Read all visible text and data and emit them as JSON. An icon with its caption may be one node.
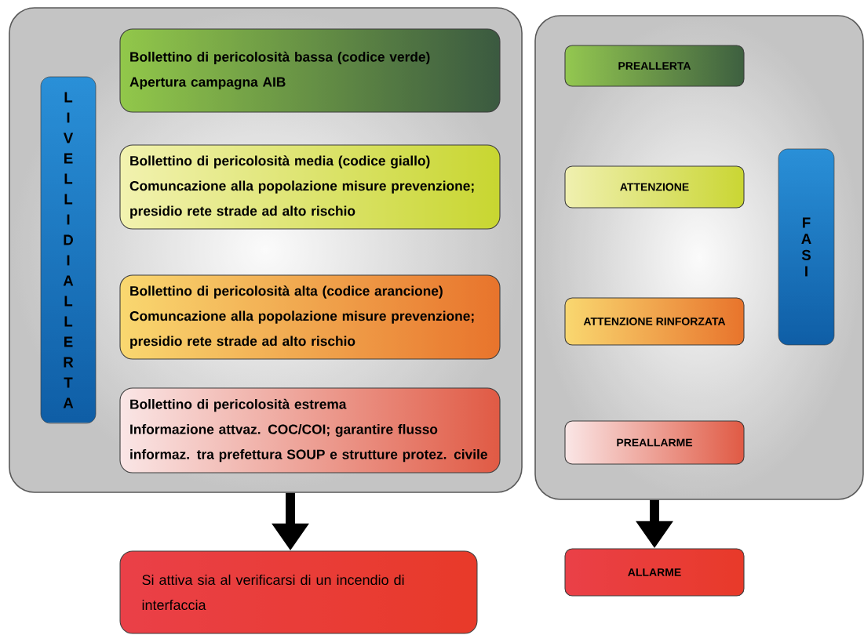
{
  "diagram": {
    "nodes": [
      {
        "text": [],
        "shape": "box"
      },
      {
        "text": [
          "LIVELLI DI ALLERTA"
        ],
        "in": 0
      },
      {
        "text": [
          "Bollettino di pericolosità bassa (codice verde)",
          "Apertura campagna AIB"
        ],
        "in": 0
      },
      {
        "text": [
          "Bollettino di pericolosità media (codice giallo)",
          "Comuncazione alla popolazione misure prevenzione; presidio rete strade ad alto rischio"
        ],
        "in": 0
      },
      {
        "text": [
          "Bollettino di pericolosità alta (codice arancione)",
          "Comuncazione alla popolazione misure prevenzione; presidio rete strade ad alto rischio"
        ],
        "in": 0
      },
      {
        "text": [
          "Bollettino di pericolosità estrema",
          "Informazione attvaz. COC/COI; garantire flusso informaz. tra prefettura SOUP e strutture protez. civile"
        ],
        "in": 0
      },
      {
        "text": [],
        "shape": "box"
      },
      {
        "text": [
          "PREALLERTA"
        ],
        "in": 6
      },
      {
        "text": [
          "ATTENZIONE"
        ],
        "in": 6
      },
      {
        "text": [
          "ATTENZIONE RINFORZATA"
        ],
        "in": 6
      },
      {
        "text": [
          "PREALLARME"
        ],
        "in": 6
      },
      {
        "text": [
          "FASI"
        ],
        "in": 6
      },
      {
        "text": [
          "Si attiva sia al verificarsi di un incendio di interfaccia"
        ]
      },
      {
        "text": [
          "ALLARME"
        ]
      }
    ],
    "edges": [
      {
        "from": 0,
        "to": 12,
        "arrow": "to"
      },
      {
        "from": 6,
        "to": 13,
        "arrow": "to"
      }
    ]
  }
}
